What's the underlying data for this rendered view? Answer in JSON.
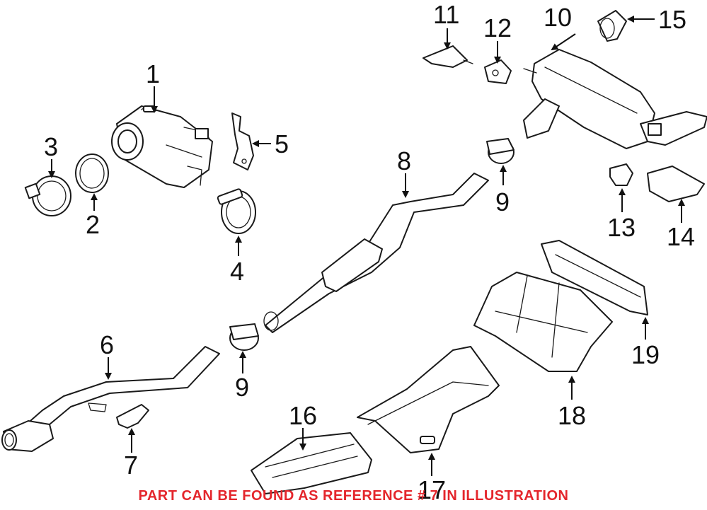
{
  "callouts": {
    "c1": "1",
    "c2": "2",
    "c3": "3",
    "c4": "4",
    "c5": "5",
    "c6": "6",
    "c7": "7",
    "c8": "8",
    "c9a": "9",
    "c9b": "9",
    "c10": "10",
    "c11": "11",
    "c12": "12",
    "c13": "13",
    "c14": "14",
    "c15": "15",
    "c16": "16",
    "c17": "17",
    "c18": "18",
    "c19": "19"
  },
  "note": "PART CAN BE FOUND AS REFERENCE # 7 IN ILLUSTRATION",
  "colors": {
    "note": "#e4262c",
    "line": "#1a1a1a"
  }
}
